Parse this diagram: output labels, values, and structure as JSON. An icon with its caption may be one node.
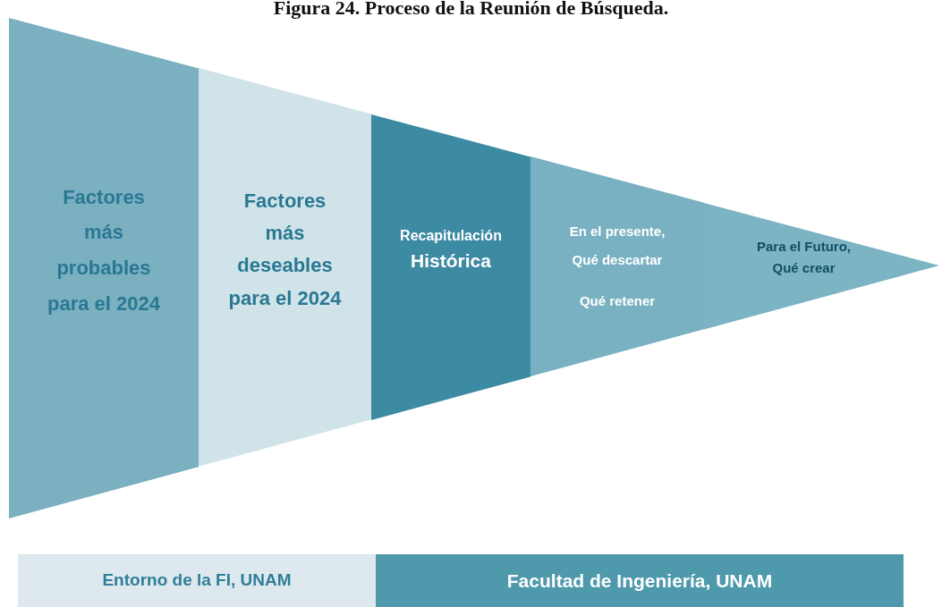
{
  "diagram": {
    "title": "Figura 24. Proceso de la Reunión de Búsqueda.",
    "nodes": [
      {
        "text": [
          "Factores más probables para el 2024"
        ]
      },
      {
        "text": [
          "Factores más deseables para el 2024"
        ]
      },
      {
        "text": [
          "Recapitulación",
          "Histórica"
        ]
      },
      {
        "text": [
          "En el presente,",
          "Qué descartar",
          "Qué retener"
        ]
      },
      {
        "text": [
          "Para el Futuro, Qué crear"
        ]
      },
      {
        "text": [
          "Entorno de la FI, UNAM"
        ]
      },
      {
        "text": [
          "Facultad de Ingeniería, UNAM"
        ]
      }
    ]
  }
}
